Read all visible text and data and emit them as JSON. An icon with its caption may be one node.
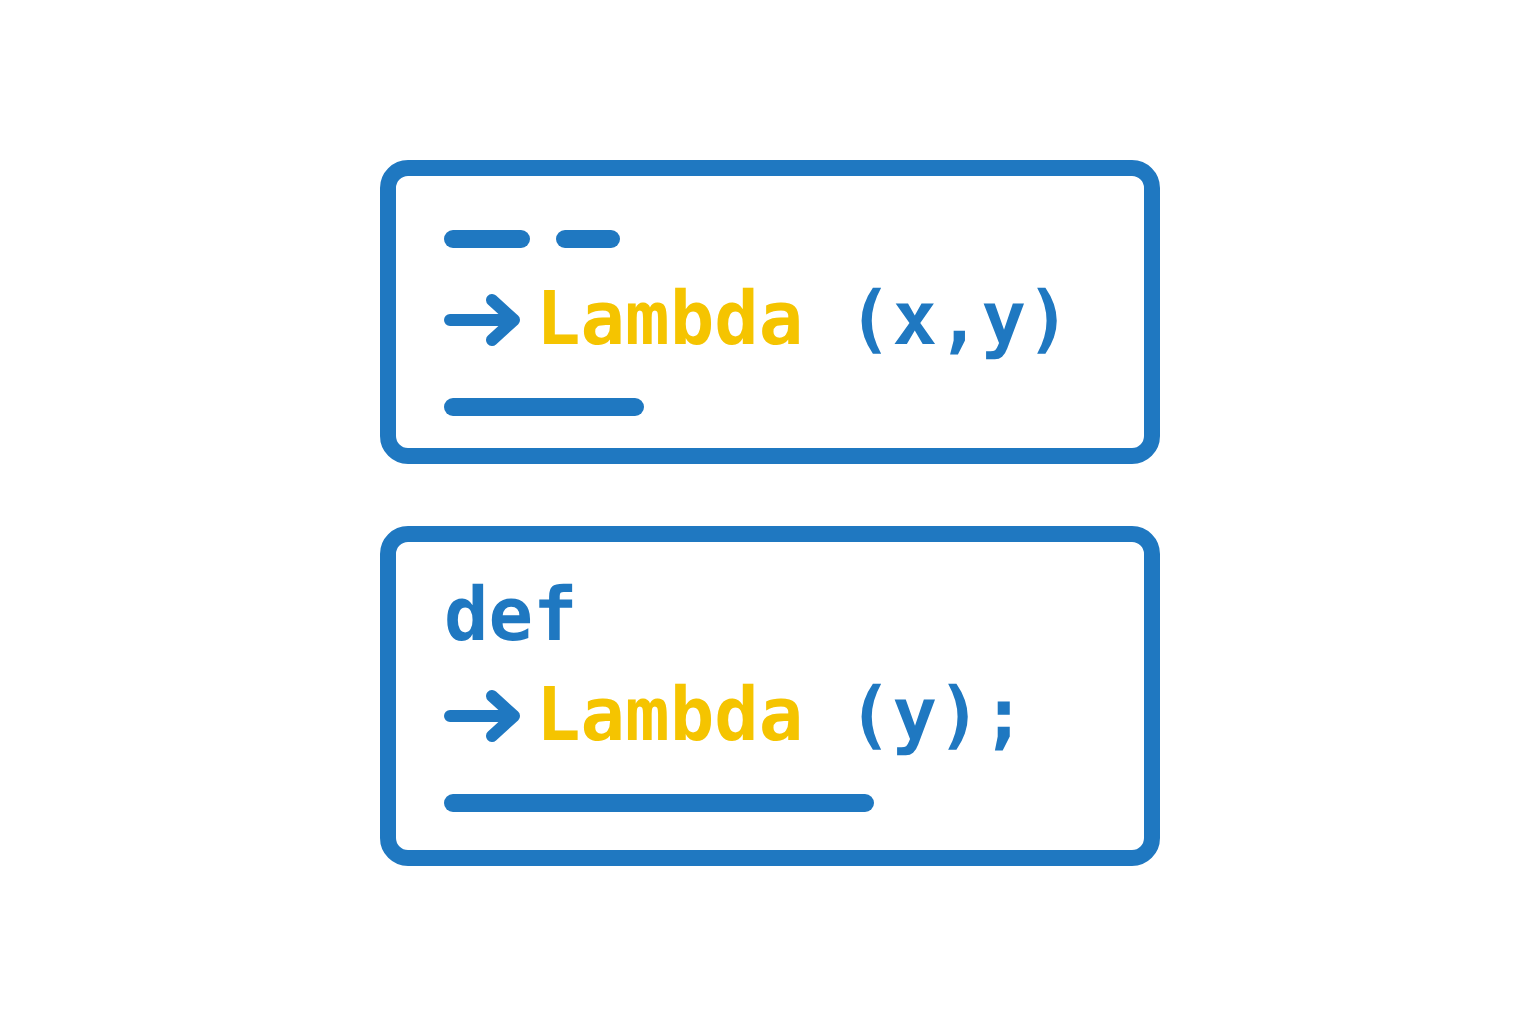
{
  "diagram": {
    "nodes": [
      {
        "text": [
          "Lambda (x,y)"
        ]
      },
      {
        "text": [
          "def",
          "Lambda (y);"
        ]
      }
    ]
  }
}
